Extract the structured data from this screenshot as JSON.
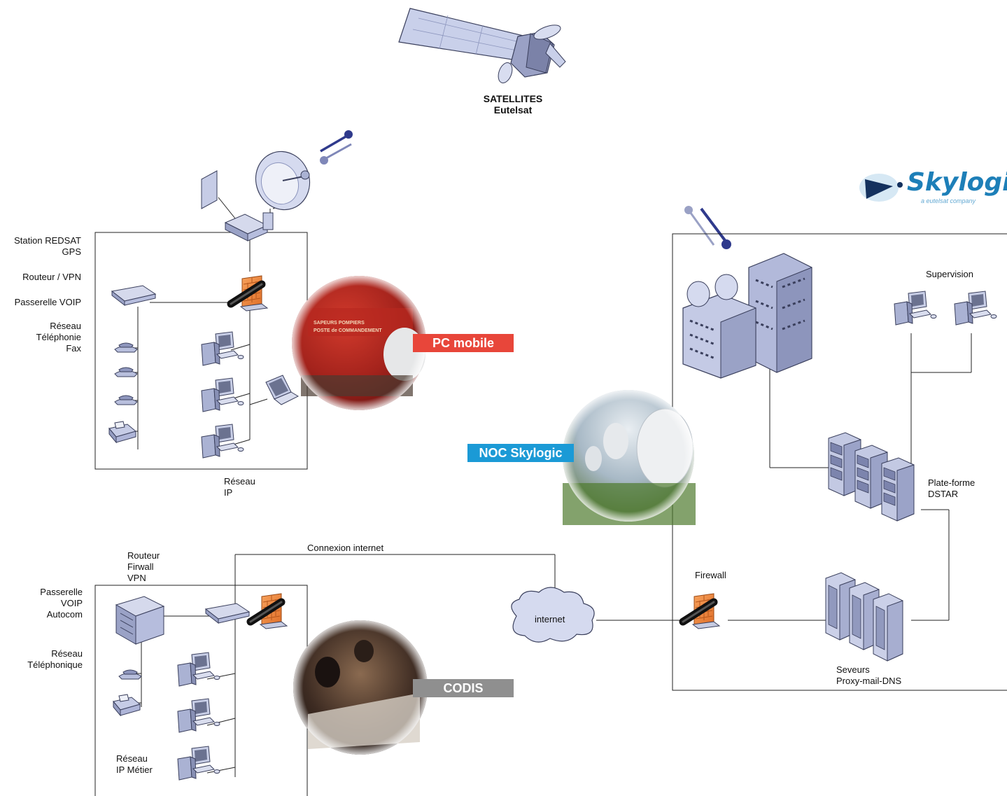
{
  "satellite": {
    "line1": "SATELLITES",
    "line2": "Eutelsat"
  },
  "logo": {
    "name": "Skylogic",
    "tagline": "a eutelsat company",
    "color": "#1d7fb8"
  },
  "pc_mobile": {
    "labels": {
      "station": "Station REDSAT\nGPS",
      "router": "Routeur / VPN",
      "voip": "Passerelle VOIP",
      "phone": "Réseau\nTéléphonie\nFax",
      "ip": "Réseau\nIP"
    },
    "tag": "PC mobile",
    "tag_color": "#e8463a"
  },
  "codis": {
    "labels": {
      "router": "Routeur\nFirwall\nVPN",
      "voip": "Passerelle\nVOIP\nAutocom",
      "phone": "Réseau\nTéléphonique",
      "ip": "Réseau\nIP Métier"
    },
    "tag": "CODIS",
    "tag_color": "#8f8f8f"
  },
  "internet": {
    "cloud": "internet",
    "connection": "Connexion internet"
  },
  "noc": {
    "tag": "NOC Skylogic",
    "tag_color": "#1b9ad6",
    "supervision": "Supervision",
    "platform": "Plate-forme\nDSTAR",
    "firewall": "Firewall",
    "servers": "Seveurs\nProxy-mail-DNS"
  },
  "icons": [
    "satellite-icon",
    "dish-icon",
    "modem-icon",
    "gps-antenna-icon",
    "firewall-icon",
    "switch-icon",
    "phone-icon",
    "fax-icon",
    "workstation-icon",
    "laptop-icon",
    "building-icon",
    "server-rack-icon",
    "cloud-icon",
    "signal-beam-icon",
    "logo-icon"
  ]
}
